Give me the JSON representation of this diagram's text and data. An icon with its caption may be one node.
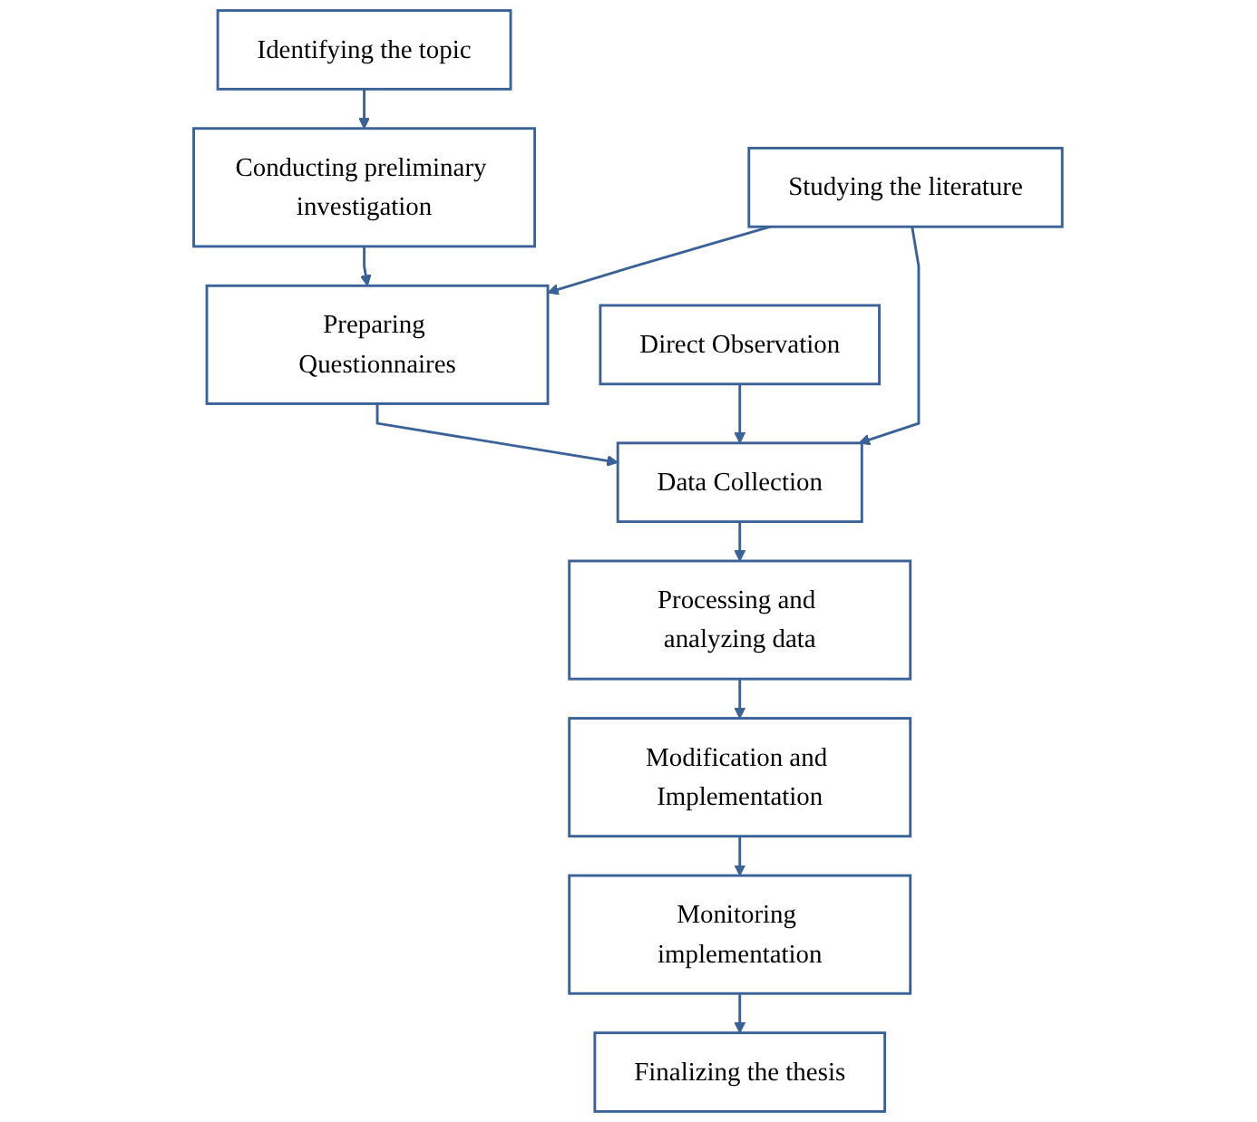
{
  "diagram": {
    "nodes": [
      {
        "text": [
          "Identifying the topic"
        ]
      },
      {
        "text": [
          "Conducting preliminary investigation"
        ]
      },
      {
        "text": [
          "Studying the literature"
        ]
      },
      {
        "text": [
          "Preparing Questionnaires"
        ]
      },
      {
        "text": [
          "Data Collection"
        ]
      },
      {
        "text": [
          "Direct Observation"
        ]
      },
      {
        "text": [
          "Processing and analyzing data"
        ]
      },
      {
        "text": [
          "Modification and Implementation"
        ]
      },
      {
        "text": [
          "Monitoring implementation"
        ]
      },
      {
        "text": [
          "Finalizing the thesis"
        ]
      }
    ],
    "edges": [
      {
        "from": 0,
        "to": 1,
        "arrow": "to"
      },
      {
        "from": 1,
        "to": 3,
        "arrow": "to"
      },
      {
        "from": 2,
        "to": 3,
        "arrow": "to"
      },
      {
        "from": 2,
        "to": 4,
        "arrow": "to"
      },
      {
        "from": 3,
        "to": 4,
        "arrow": "to"
      },
      {
        "from": 5,
        "to": 4,
        "arrow": "to"
      },
      {
        "from": 4,
        "to": 6,
        "arrow": "to"
      },
      {
        "from": 6,
        "to": 7,
        "arrow": "to"
      },
      {
        "from": 7,
        "to": 8,
        "arrow": "to"
      },
      {
        "from": 8,
        "to": 9,
        "arrow": "to"
      }
    ]
  }
}
